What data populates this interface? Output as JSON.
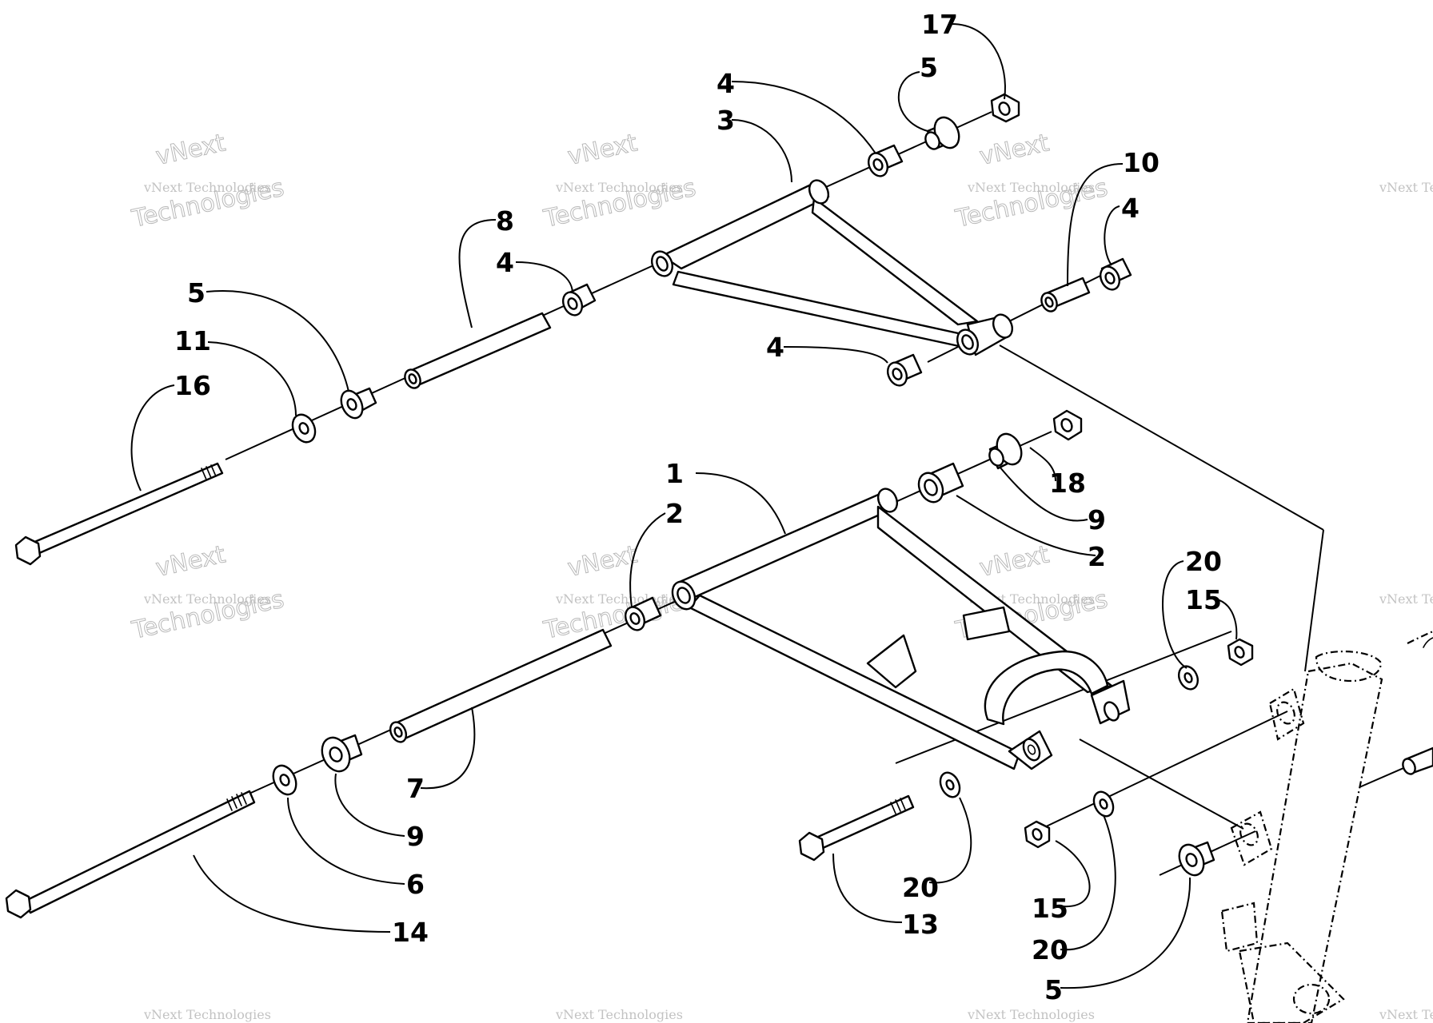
{
  "diagram": {
    "watermark": {
      "line1": "vNext",
      "line2": "vNext Technologies",
      "line3": "Technologies"
    },
    "callouts": {
      "c17": "17",
      "c5a": "5",
      "c4a": "4",
      "c3": "3",
      "c10": "10",
      "c4b": "4",
      "c8": "8",
      "c4c": "4",
      "c5b": "5",
      "c11": "11",
      "c16": "16",
      "c4d": "4",
      "c18": "18",
      "c1": "1",
      "c9a": "9",
      "c2a": "2",
      "c2b": "2",
      "c20a": "20",
      "c15a": "15",
      "c7": "7",
      "c9b": "9",
      "c6": "6",
      "c14": "14",
      "c20b": "20",
      "c13": "13",
      "c15b": "15",
      "c20c": "20",
      "c5c": "5"
    }
  }
}
